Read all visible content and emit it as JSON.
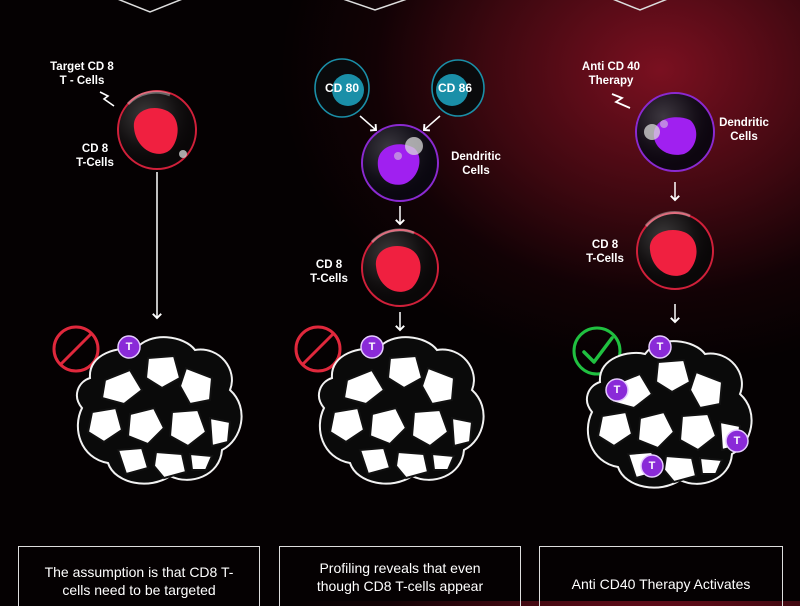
{
  "panel1": {
    "target_label_line1": "Target CD 8",
    "target_label_line2": "T - Cells",
    "cd8_line1": "CD 8",
    "cd8_line2": "T-Cells",
    "caption_line1": "The assumption is that CD8 T-",
    "caption_line2": "cells need to be targeted"
  },
  "panel2": {
    "cd80": "CD 80",
    "cd86": "CD 86",
    "dendritic_line1": "Dendritic",
    "dendritic_line2": "Cells",
    "cd8_line1": "CD 8",
    "cd8_line2": "T-Cells",
    "caption_line1": "Profiling reveals that even",
    "caption_line2": "though CD8 T-cells appear"
  },
  "panel3": {
    "therapy_line1": "Anti CD 40",
    "therapy_line2": "Therapy",
    "dendritic_line1": "Dendritic",
    "dendritic_line2": "Cells",
    "cd8_line1": "CD 8",
    "cd8_line2": "T-Cells",
    "caption_line1": "Anti CD40 Therapy Activates"
  },
  "tcell_badge": "T",
  "colors": {
    "cd8_nucleus": "#f02040",
    "cd8_outline": "#d0203a",
    "dendritic_nucleus": "#a020f0",
    "dendritic_outline": "#8a2ad0",
    "costim_receptor": "#1a8fa8",
    "costim_outline": "#1a8fa8",
    "no_symbol": "#e0283c",
    "check_symbol": "#20c040",
    "tcell_badge": "#8a2ad8"
  }
}
